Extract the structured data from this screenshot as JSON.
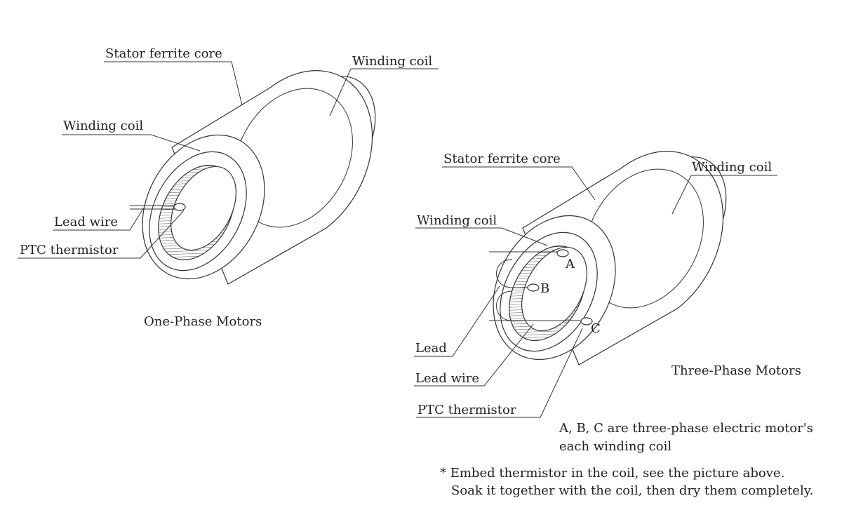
{
  "one_phase": {
    "title": "One-Phase Motors",
    "labels": {
      "stator": "Stator ferrite core",
      "winding_back": "Winding coil",
      "winding_front": "Winding coil",
      "lead_wire": "Lead wire",
      "ptc": "PTC thermistor"
    }
  },
  "three_phase": {
    "title": "Three-Phase Motors",
    "labels": {
      "stator": "Stator ferrite core",
      "winding_back": "Winding coil",
      "winding_front": "Winding coil",
      "lead": "Lead",
      "lead_wire": "Lead wire",
      "ptc": "PTC thermistor",
      "a": "A",
      "b": "B",
      "c": "C"
    },
    "note_line1": "A, B, C are three-phase electric motor's",
    "note_line2": "each winding coil"
  },
  "footnote": {
    "line1": "* Embed thermistor in the coil, see the picture above.",
    "line2": "Soak it together with the coil, then dry them completely."
  }
}
